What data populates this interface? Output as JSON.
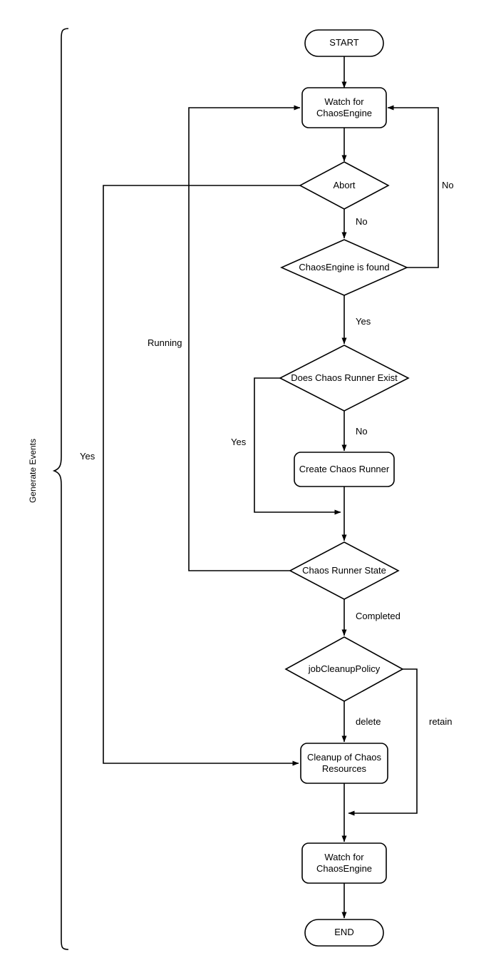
{
  "diagram": {
    "bracket_label": "Generate Events",
    "nodes": {
      "start": "START",
      "watch_top": "Watch for\nChaosEngine",
      "abort": "Abort",
      "found": "ChaosEngine is found",
      "runner_exist": "Does Chaos Runner Exist",
      "create_runner": "Create Chaos Runner",
      "runner_state": "Chaos Runner State",
      "cleanup_policy": "jobCleanupPolicy",
      "cleanup_resources": "Cleanup of Chaos\nResources",
      "watch_bottom": "Watch for\nChaosEngine",
      "end": "END"
    },
    "edge_labels": {
      "abort_to_found": "No",
      "found_loop_no": "No",
      "found_yes": "Yes",
      "exist_no": "No",
      "exist_yes": "Yes",
      "state_running": "Running",
      "state_completed": "Completed",
      "policy_delete": "delete",
      "policy_retain": "retain",
      "abort_yes": "Yes"
    },
    "colors": {
      "stroke": "#000000",
      "fill": "#ffffff"
    }
  }
}
